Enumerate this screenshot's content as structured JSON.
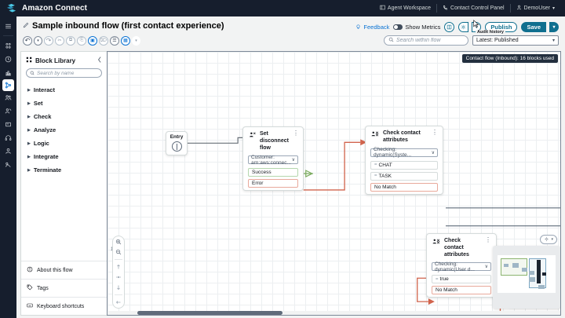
{
  "topbar": {
    "brand": "Amazon Connect",
    "menu_icon": "hamburger-icon",
    "items": [
      {
        "label": "Agent Workspace",
        "icon": "workspace-icon"
      },
      {
        "label": "Contact Control Panel",
        "icon": "phone-icon"
      },
      {
        "label": "DemoUser",
        "icon": "user-icon",
        "caret": "▾"
      }
    ]
  },
  "rail": {
    "items": [
      {
        "name": "routing-icon"
      },
      {
        "name": "clock-icon"
      },
      {
        "name": "analytics-icon"
      },
      {
        "name": "flows-icon",
        "active": true
      },
      {
        "name": "users-icon"
      },
      {
        "name": "agent-icon"
      },
      {
        "name": "channels-icon"
      },
      {
        "name": "headset-icon"
      },
      {
        "name": "profile-icon"
      },
      {
        "name": "tools-icon"
      }
    ]
  },
  "header": {
    "title": "Sample inbound flow (first contact experience)",
    "edit_icon": "pencil-icon",
    "feedback": "Feedback",
    "show_metrics": "Show Metrics",
    "publish": "Publish",
    "save": "Save",
    "save_caret": "▾",
    "publish_caret": "▾"
  },
  "toolbar": {
    "buttons": [
      {
        "name": "undo-button",
        "glyph": "↶",
        "state": "dark"
      },
      {
        "name": "undo-caret-button",
        "glyph": "▾",
        "state": "dark"
      },
      {
        "name": "redo-button",
        "glyph": "↷",
        "state": "off"
      },
      {
        "name": "cut-button",
        "glyph": "✂",
        "state": "off"
      },
      {
        "name": "copy-button",
        "glyph": "⧉",
        "state": "off"
      },
      {
        "name": "paste-button",
        "glyph": "⎘",
        "state": "off"
      },
      {
        "name": "select-all-button",
        "glyph": "▣",
        "state": "on"
      },
      {
        "name": "delete-button",
        "glyph": "⌦",
        "state": "off"
      },
      {
        "name": "align-button",
        "glyph": "☰",
        "state": "dark"
      },
      {
        "name": "layout-button",
        "glyph": "▦",
        "state": "on"
      },
      {
        "name": "layout-caret-button",
        "glyph": "▾",
        "state": "off"
      }
    ]
  },
  "search": {
    "placeholder": "Search within flow",
    "value": "",
    "icon": "search-icon"
  },
  "audit": {
    "label": "Audit history",
    "value": "Latest: Published",
    "caret": "▾"
  },
  "library": {
    "title": "Block Library",
    "grid_icon": "grid-icon",
    "collapse_icon": "chevron-left-icon",
    "search_placeholder": "Search by name",
    "search_value": "",
    "categories": [
      "Interact",
      "Set",
      "Check",
      "Analyze",
      "Logic",
      "Integrate",
      "Terminate"
    ],
    "footer": [
      {
        "label": "About this flow",
        "icon": "info-icon"
      },
      {
        "label": "Tags",
        "icon": "tag-icon"
      },
      {
        "label": "Keyboard shortcuts",
        "icon": "keyboard-icon"
      }
    ]
  },
  "canvas": {
    "tooltip": "Contact flow (Inbound): 16 blocks used",
    "zoom_level": "100%",
    "zoom_in_icon": "zoom-in-icon",
    "zoom_out_icon": "zoom-out-icon",
    "fit_icon": "fit-icon",
    "center_icon": "center-icon",
    "reset_icon": "reset-icon",
    "back_icon": "back-arrow-icon",
    "minimap_icon": "minimap-icon",
    "minimap_caret": "▾",
    "entry": {
      "label": "Entry"
    },
    "nodes": [
      {
        "id": "set-disconnect-flow",
        "title": "Set disconnect flow",
        "icon": "set-disconnect-icon",
        "kebab": "⋮",
        "select": "Customer: arn:aws:connec...",
        "select_caret": "∨",
        "ports": [
          {
            "label": "Success",
            "kind": "ok"
          },
          {
            "label": "Error",
            "kind": "err"
          }
        ]
      },
      {
        "id": "check-contact-attributes-1",
        "title": "Check contact attributes",
        "icon": "check-attributes-icon",
        "kebab": "⋮",
        "select": "Checking: dynamic(Syste...",
        "select_caret": "∨",
        "ports": [
          {
            "label": "CHAT",
            "kind": "cond",
            "eq": "="
          },
          {
            "label": "TASK",
            "kind": "cond",
            "eq": "="
          },
          {
            "label": "No Match",
            "kind": "err"
          }
        ]
      },
      {
        "id": "check-contact-attributes-2",
        "title": "Check contact attributes",
        "icon": "check-attributes-icon",
        "kebab": "⋮",
        "select": "Checking: dynamic(User d...",
        "select_caret": "∨",
        "ports": [
          {
            "label": "true",
            "kind": "cond",
            "eq": "="
          },
          {
            "label": "No Match",
            "kind": "err"
          }
        ]
      },
      {
        "id": "partial-node-attributes",
        "title": "attributes",
        "icon": "attributes-icon"
      }
    ]
  }
}
